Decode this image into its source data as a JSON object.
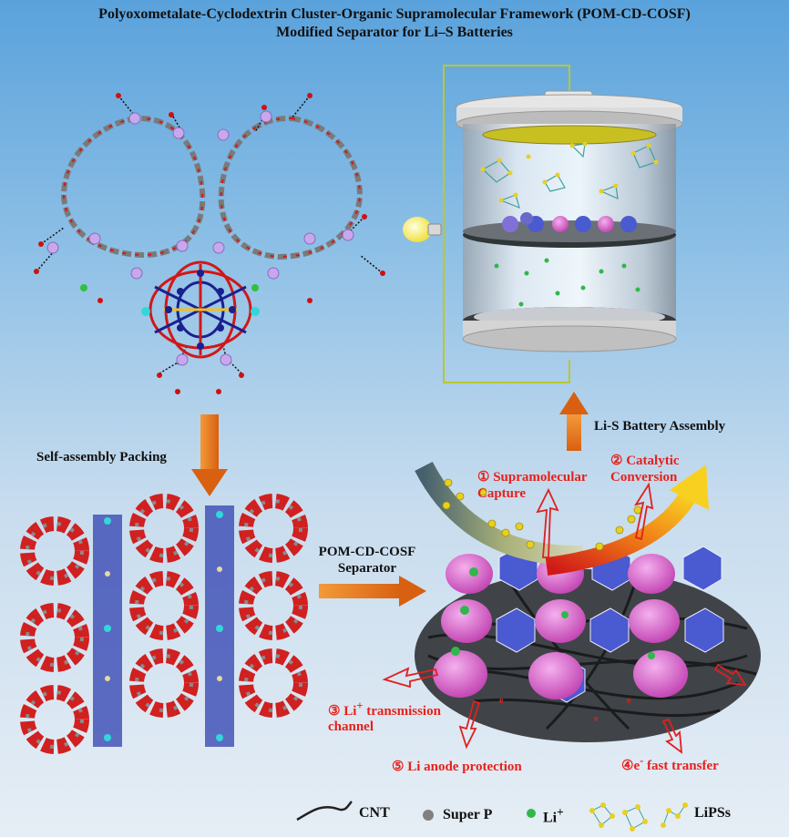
{
  "title_line1": "Polyoxometalate-Cyclodextrin Cluster-Organic Supramolecular Framework (POM-CD-COSF)",
  "title_line2": "Modified Separator for Li–S Batteries",
  "self_assembly_label": "Self-assembly Packing",
  "battery_assembly_label": "Li-S Battery Assembly",
  "separator_label_line1": "POM-CD-COSF",
  "separator_label_line2": "Separator",
  "mechanisms": {
    "capture_num": "①",
    "capture_line1": "Supramolecular",
    "capture_line2": "Capture",
    "catalytic_num": "②",
    "catalytic_line1": "Catalytic",
    "catalytic_line2": "Conversion",
    "transmission_num": "③",
    "transmission_prefix": "Li",
    "transmission_sup": "+",
    "transmission_line1_rest": " transmission",
    "transmission_line2": "channel",
    "fast_transfer_num": "④",
    "fast_transfer_e": "e",
    "fast_transfer_sup": "-",
    "fast_transfer_rest": " fast transfer",
    "anode_num": "⑤",
    "anode_text": "Li  anode protection"
  },
  "legend": {
    "cnt": "CNT",
    "super_p": "Super P",
    "li_prefix": "Li",
    "li_sup": "+",
    "lipss": "LiPSs"
  },
  "colors": {
    "arrow_orange": "#e8781a",
    "text_red": "#e8201a",
    "li_green": "#2fb84a",
    "pom_blue": "#3a4fd0",
    "cd_pink": "#d868c8",
    "sulfur_yellow": "#e8d020"
  }
}
